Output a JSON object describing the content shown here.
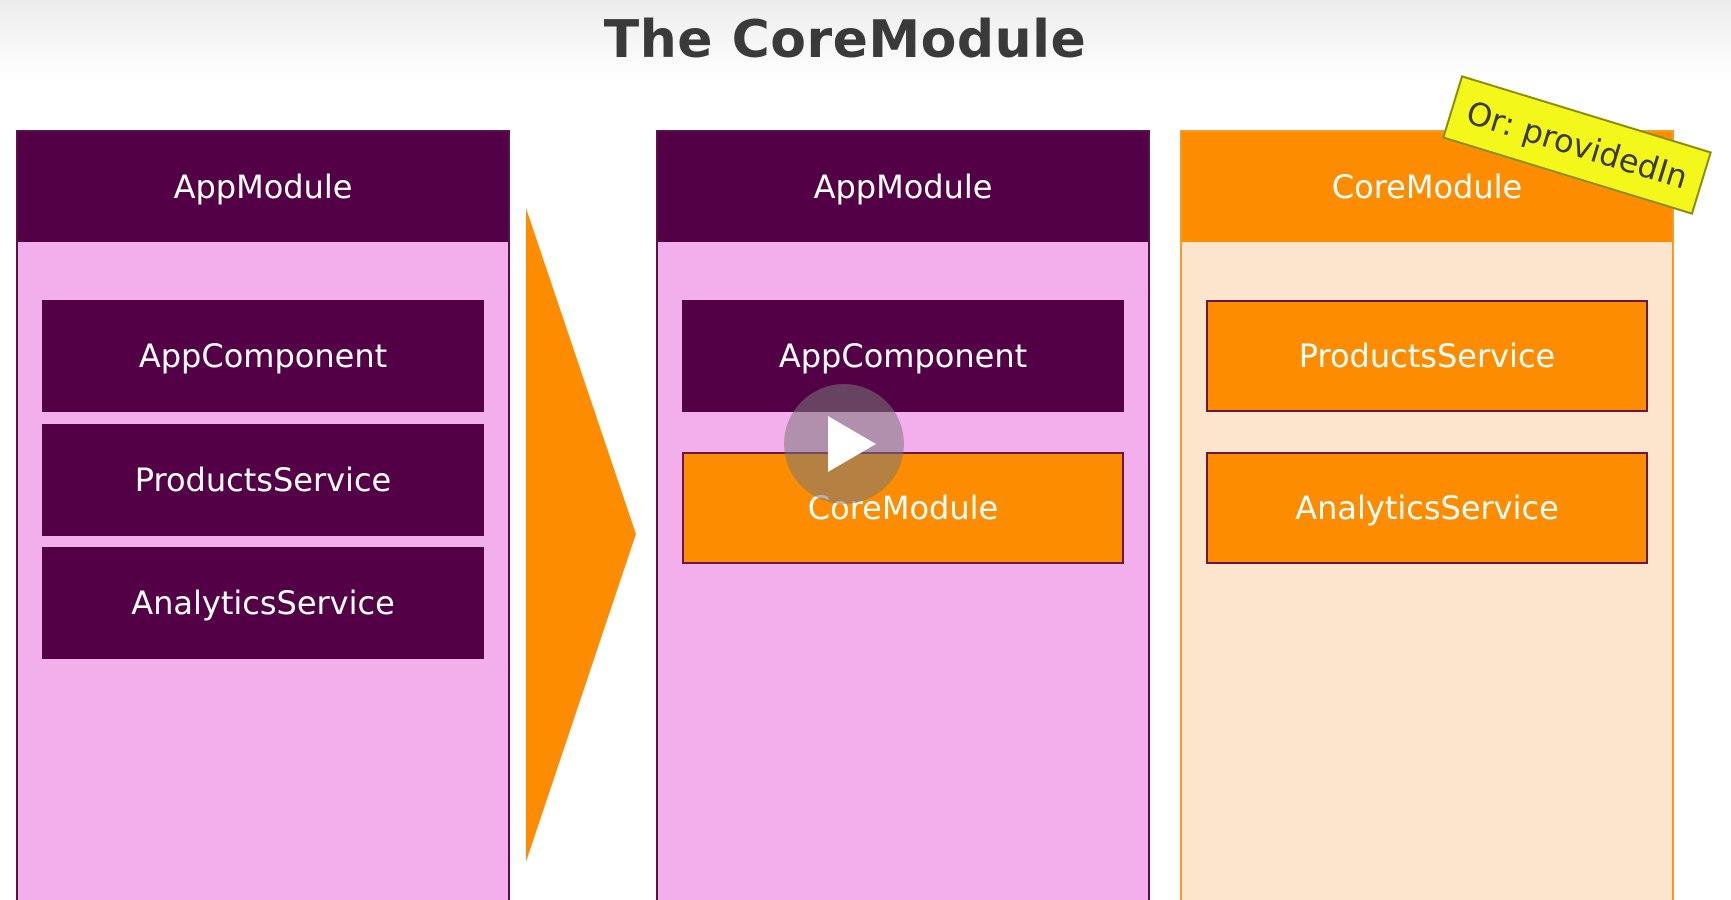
{
  "slide": {
    "title": "The CoreModule"
  },
  "left_panel": {
    "header": "AppModule",
    "blocks": [
      "AppComponent",
      "ProductsService",
      "AnalyticsService"
    ]
  },
  "middle_panel": {
    "header": "AppModule",
    "blocks": [
      "AppComponent",
      "CoreModule"
    ]
  },
  "right_panel": {
    "header": "CoreModule",
    "blocks": [
      "ProductsService",
      "AnalyticsService"
    ]
  },
  "sticky_note": "Or: providedIn",
  "icons": {
    "arrow": "chevron-arrow-icon",
    "play": "play-icon"
  },
  "colors": {
    "module_purple": "#540046",
    "module_pink_body": "#f3aeec",
    "core_orange": "#fd8c00",
    "core_body": "#fde4cc",
    "sticky_yellow": "#f4f71a"
  }
}
